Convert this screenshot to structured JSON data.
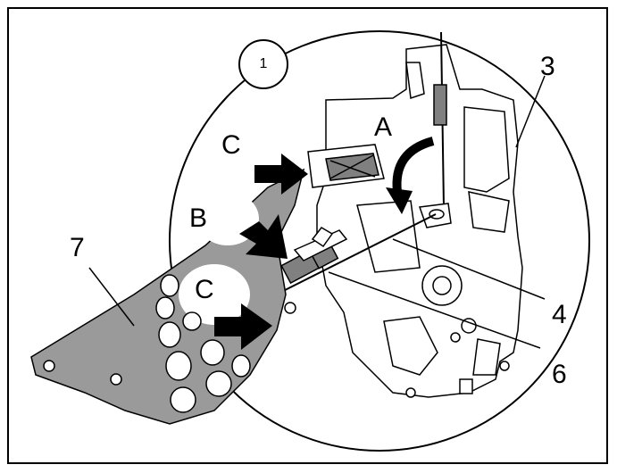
{
  "step_number": "1",
  "labels": {
    "a": "A",
    "b": "B",
    "c_top": "C",
    "c_bottom": "C",
    "part_3": "3",
    "part_4": "4",
    "part_6": "6",
    "part_7": "7"
  },
  "colors": {
    "line": "#000000",
    "background": "#ffffff",
    "panel_gray": "#9a9a9a",
    "rod_gray": "#808080",
    "mechanism_fill": "#ffffff"
  }
}
